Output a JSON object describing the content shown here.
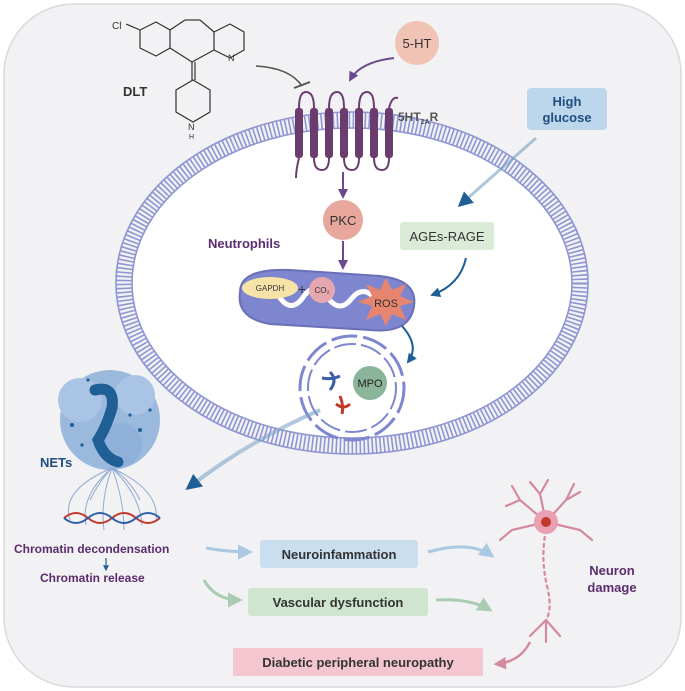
{
  "labels": {
    "dlt": "DLT",
    "ht5": "5-HT",
    "receptor_main": "5HT",
    "receptor_sub": "2A",
    "receptor_tail": "R",
    "high_glucose_1": "High",
    "high_glucose_2": "glucose",
    "pkc": "PKC",
    "ages_rage": "AGEs-RAGE",
    "neutrophils": "Neutrophils",
    "gapdh": "GAPDH",
    "co2": "CO₂",
    "ros": "ROS",
    "mpo": "MPO",
    "nets": "NETs",
    "chromatin_decondensation": "Chromatin decondensation",
    "chromatin_release": "Chromatin release",
    "neuroinflammation": "Neuroinfammation",
    "vascular_dysfunction": "Vascular dysfunction",
    "neuron_damage_1": "Neuron",
    "neuron_damage_2": "damage",
    "dpn": "Diabetic peripheral neuropathy",
    "cl": "Cl",
    "n1": "N",
    "n2": "N",
    "h": "H"
  },
  "colors": {
    "membrane": "#8f95d4",
    "receptor": "#6b3d6e",
    "arrow_purple": "#6a4a8c",
    "arrow_blue": "#1f5f96",
    "pkc_fill": "#e8a79c",
    "ages_fill": "#dcebd8",
    "glucose_fill": "#bcd6ec",
    "ros_fill": "#e8856f",
    "mpo_fill": "#8bb59a",
    "dpn_fill": "#f4c6cf",
    "neuro_fill": "#c9dff0",
    "vasc_fill": "#cfe5cf"
  }
}
